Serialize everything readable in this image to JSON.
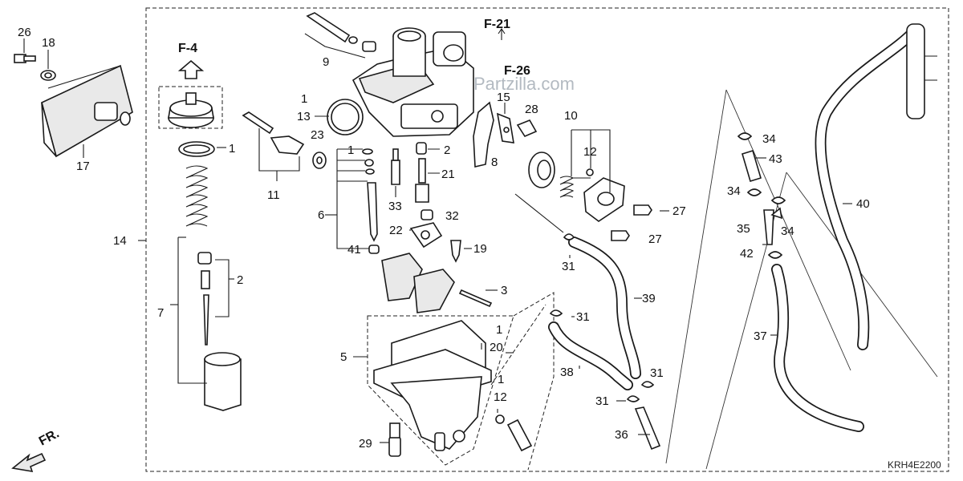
{
  "diagram": {
    "callouts": [
      {
        "id": "c26a",
        "text": "26"
      },
      {
        "id": "c18",
        "text": "18"
      },
      {
        "id": "c17",
        "text": "17"
      },
      {
        "id": "c14",
        "text": "14"
      },
      {
        "id": "c1a",
        "text": "1"
      },
      {
        "id": "c7",
        "text": "7"
      },
      {
        "id": "c2a",
        "text": "2"
      },
      {
        "id": "c9",
        "text": "9"
      },
      {
        "id": "c1b",
        "text": "1"
      },
      {
        "id": "c13",
        "text": "13"
      },
      {
        "id": "c23",
        "text": "23"
      },
      {
        "id": "c11",
        "text": "11"
      },
      {
        "id": "c1c",
        "text": "1"
      },
      {
        "id": "c6",
        "text": "6"
      },
      {
        "id": "c41",
        "text": "41"
      },
      {
        "id": "c33",
        "text": "33"
      },
      {
        "id": "c2b",
        "text": "2"
      },
      {
        "id": "c21",
        "text": "21"
      },
      {
        "id": "c32",
        "text": "32"
      },
      {
        "id": "c22",
        "text": "22"
      },
      {
        "id": "c19",
        "text": "19"
      },
      {
        "id": "c3",
        "text": "3"
      },
      {
        "id": "c5",
        "text": "5"
      },
      {
        "id": "c1d",
        "text": "1"
      },
      {
        "id": "c20",
        "text": "20"
      },
      {
        "id": "c1e",
        "text": "1"
      },
      {
        "id": "c12a",
        "text": "12"
      },
      {
        "id": "c29",
        "text": "29"
      },
      {
        "id": "c15",
        "text": "15"
      },
      {
        "id": "c8",
        "text": "8"
      },
      {
        "id": "c28",
        "text": "28"
      },
      {
        "id": "c10",
        "text": "10"
      },
      {
        "id": "c12b",
        "text": "12"
      },
      {
        "id": "c27a",
        "text": "27"
      },
      {
        "id": "c27b",
        "text": "27"
      },
      {
        "id": "c31a",
        "text": "31"
      },
      {
        "id": "c39",
        "text": "39"
      },
      {
        "id": "c31b",
        "text": "31"
      },
      {
        "id": "c38",
        "text": "38"
      },
      {
        "id": "c31c",
        "text": "31"
      },
      {
        "id": "c31d",
        "text": "31"
      },
      {
        "id": "c36",
        "text": "36"
      },
      {
        "id": "c34a",
        "text": "34"
      },
      {
        "id": "c43",
        "text": "43"
      },
      {
        "id": "c34b",
        "text": "34"
      },
      {
        "id": "c35",
        "text": "35"
      },
      {
        "id": "c34c",
        "text": "34"
      },
      {
        "id": "c42",
        "text": "42"
      },
      {
        "id": "c37",
        "text": "37"
      },
      {
        "id": "c40",
        "text": "40"
      }
    ],
    "references": [
      {
        "id": "ref_f4",
        "text": "F-4"
      },
      {
        "id": "ref_f21",
        "text": "F-21"
      },
      {
        "id": "ref_f26",
        "text": "F-26"
      }
    ],
    "direction_label": "FR.",
    "diagram_code": "KRH4E2200",
    "watermark": "Partzilla.com"
  }
}
